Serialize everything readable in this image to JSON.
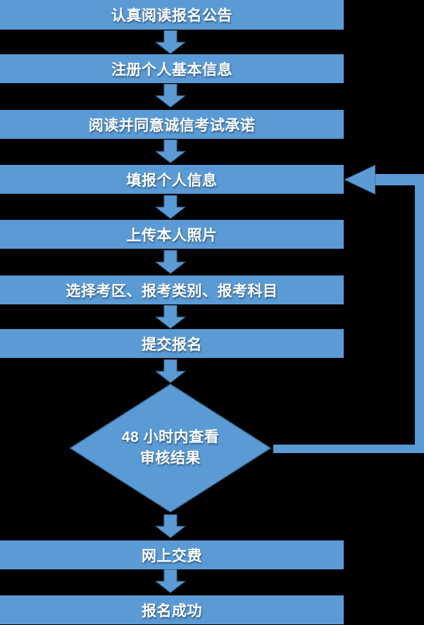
{
  "flowchart": {
    "description": "Exam registration process flowchart",
    "colors": {
      "background": "#000000",
      "node_fill": "#5b9bd5",
      "node_border": "#41719c",
      "text": "#ffffff"
    },
    "nodes": [
      {
        "type": "process",
        "label": "认真阅读报名公告"
      },
      {
        "type": "process",
        "label": "注册个人基本信息"
      },
      {
        "type": "process",
        "label": "阅读并同意诚信考试承诺"
      },
      {
        "type": "process",
        "label": "填报个人信息"
      },
      {
        "type": "process",
        "label": "上传本人照片"
      },
      {
        "type": "process",
        "label": "选择考区、报考类别、报考科目"
      },
      {
        "type": "process",
        "label": "提交报名"
      },
      {
        "type": "decision",
        "label": "48 小时内查看 审核结果",
        "line1": "48 小时内查看",
        "line2": "审核结果"
      },
      {
        "type": "process",
        "label": "网上交费"
      },
      {
        "type": "process",
        "label": "报名成功"
      }
    ],
    "edges": [
      {
        "from": 0,
        "to": 1,
        "type": "down-arrow"
      },
      {
        "from": 1,
        "to": 2,
        "type": "down-arrow"
      },
      {
        "from": 2,
        "to": 3,
        "type": "down-arrow"
      },
      {
        "from": 3,
        "to": 4,
        "type": "down-arrow"
      },
      {
        "from": 4,
        "to": 5,
        "type": "down-arrow"
      },
      {
        "from": 5,
        "to": 6,
        "type": "down-arrow"
      },
      {
        "from": 6,
        "to": 7,
        "type": "down-arrow"
      },
      {
        "from": 7,
        "to": 8,
        "type": "down-arrow"
      },
      {
        "from": 8,
        "to": 9,
        "type": "down-arrow"
      },
      {
        "from": 7,
        "to": 3,
        "type": "loop-back-right-side"
      }
    ]
  }
}
